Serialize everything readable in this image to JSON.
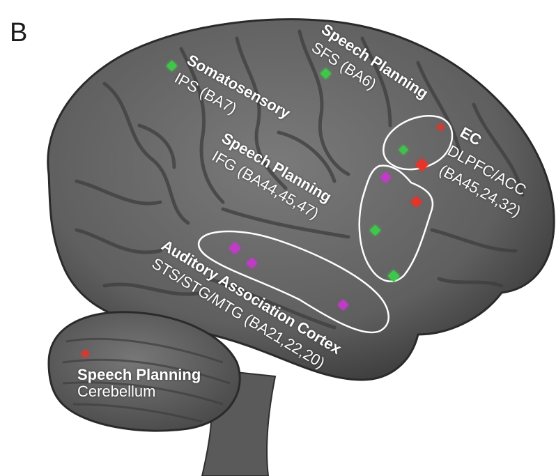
{
  "panel_label": "B",
  "regions": [
    {
      "key": "somatosensory",
      "title": "Somatosensory",
      "subtitle": "IPS (BA7)"
    },
    {
      "key": "speech_planning_sfs",
      "title": "Speech Planning",
      "subtitle": "SFS (BA6)"
    },
    {
      "key": "speech_planning_ifg",
      "title": "Speech Planning",
      "subtitle": "IFG (BA44,45,47)"
    },
    {
      "key": "ec",
      "title": "EC",
      "subtitle": "DLPFC/ACC",
      "subtitle2": "(BA45,24,32)"
    },
    {
      "key": "auditory_association",
      "title": "Auditory Association Cortex",
      "subtitle": "STS/STG/MTG (BA21,22,20)"
    },
    {
      "key": "speech_planning_cerebellum",
      "title": "Speech Planning",
      "subtitle": "Cerebellum"
    }
  ],
  "colors": {
    "background": "#ffffff",
    "brain_fill": "#6e6e6e",
    "brain_dark": "#3c3c3c",
    "label_text": "#ffffff",
    "marker_green": "#3ec84a",
    "marker_magenta": "#c23bc8",
    "marker_red": "#e8322a"
  },
  "marker_legend": {
    "green": "marker-green",
    "magenta": "marker-magenta",
    "red": "marker-red"
  }
}
